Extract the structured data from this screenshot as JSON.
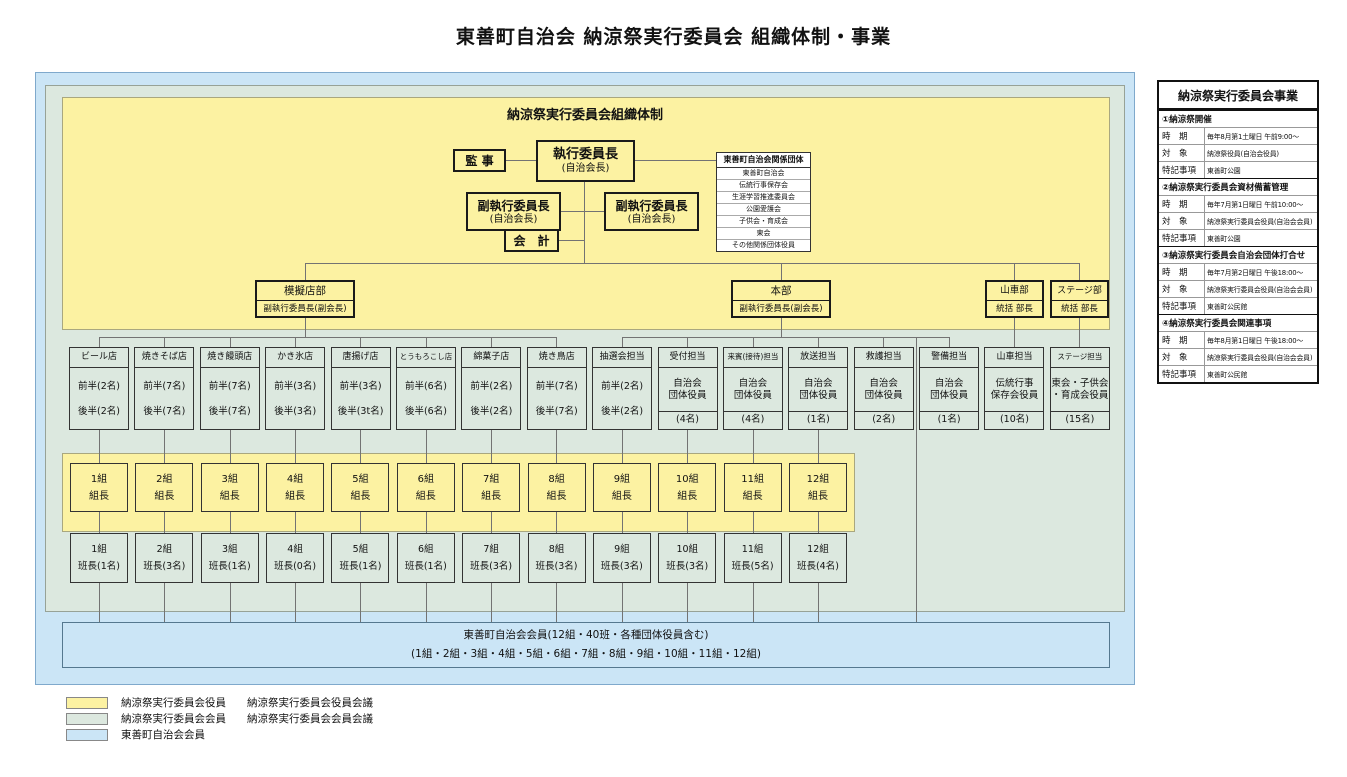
{
  "page_title": "東善町自治会 納涼祭実行委員会 組織体制・事業",
  "colors": {
    "committee_officer_yellow": "#fcf2a2",
    "committee_member_green": "#dce8df",
    "association_member_blue": "#cbe5f6"
  },
  "org": {
    "heading": "納涼祭実行委員会組織体制",
    "auditor": "監 事",
    "chair_title": "執行委員長",
    "chair_sub": "(自治会長)",
    "vice_chair_left_title": "副執行委員長",
    "vice_chair_left_sub": "(自治会長)",
    "vice_chair_right_title": "副執行委員長",
    "vice_chair_right_sub": "(自治会長)",
    "accounting": "会　計",
    "related_orgs": {
      "title": "東善町自治会関係団体",
      "items": [
        "東善町自治会",
        "伝統行事保存会",
        "生涯学習推進委員会",
        "公園愛護会",
        "子供会・育成会",
        "東会",
        "その他関係団体役員"
      ]
    },
    "departments": [
      {
        "name": "模擬店部",
        "sub": "副執行委員長(副会長)"
      },
      {
        "name": "本部",
        "sub": "副執行委員長(副会長)"
      },
      {
        "name": "山車部",
        "sub": "統括 部長"
      },
      {
        "name": "ステージ部",
        "sub": "統括 部長"
      }
    ],
    "columns": [
      {
        "title": "ビール店",
        "body": "前半(2名)\n後半(2名)",
        "count": ""
      },
      {
        "title": "焼きそば店",
        "body": "前半(7名)\n後半(7名)",
        "count": ""
      },
      {
        "title": "焼き饅頭店",
        "body": "前半(7名)\n後半(7名)",
        "count": ""
      },
      {
        "title": "かき氷店",
        "body": "前半(3名)\n後半(3名)",
        "count": ""
      },
      {
        "title": "唐揚げ店",
        "body": "前半(3名)\n後半(3t名)",
        "count": ""
      },
      {
        "title": "とうもろこし店",
        "body": "前半(6名)\n後半(6名)",
        "count": ""
      },
      {
        "title": "綿菓子店",
        "body": "前半(2名)\n後半(2名)",
        "count": ""
      },
      {
        "title": "焼き鳥店",
        "body": "前半(7名)\n後半(7名)",
        "count": ""
      },
      {
        "title": "抽選会担当",
        "body": "前半(2名)\n後半(2名)",
        "count": ""
      },
      {
        "title": "受付担当",
        "body": "自治会\n団体役員",
        "count": "(4名)"
      },
      {
        "title": "来賓(接待)担当",
        "body": "自治会\n団体役員",
        "count": "(4名)"
      },
      {
        "title": "放送担当",
        "body": "自治会\n団体役員",
        "count": "(1名)"
      },
      {
        "title": "救護担当",
        "body": "自治会\n団体役員",
        "count": "(2名)"
      },
      {
        "title": "警備担当",
        "body": "自治会\n団体役員",
        "count": "(1名)"
      },
      {
        "title": "山車担当",
        "body": "伝統行事\n保存会役員",
        "count": "(10名)"
      },
      {
        "title": "ステージ担当",
        "body": "東会・子供会\n・育成会役員",
        "count": "(15名)"
      }
    ],
    "kumicho": [
      {
        "top": "1組",
        "bottom": "組長"
      },
      {
        "top": "2組",
        "bottom": "組長"
      },
      {
        "top": "3組",
        "bottom": "組長"
      },
      {
        "top": "4組",
        "bottom": "組長"
      },
      {
        "top": "5組",
        "bottom": "組長"
      },
      {
        "top": "6組",
        "bottom": "組長"
      },
      {
        "top": "7組",
        "bottom": "組長"
      },
      {
        "top": "8組",
        "bottom": "組長"
      },
      {
        "top": "9組",
        "bottom": "組長"
      },
      {
        "top": "10組",
        "bottom": "組長"
      },
      {
        "top": "11組",
        "bottom": "組長"
      },
      {
        "top": "12組",
        "bottom": "組長"
      }
    ],
    "hancho": [
      {
        "top": "1組",
        "bottom": "班長(1名)"
      },
      {
        "top": "2組",
        "bottom": "班長(3名)"
      },
      {
        "top": "3組",
        "bottom": "班長(1名)"
      },
      {
        "top": "4組",
        "bottom": "班長(0名)"
      },
      {
        "top": "5組",
        "bottom": "班長(1名)"
      },
      {
        "top": "6組",
        "bottom": "班長(1名)"
      },
      {
        "top": "7組",
        "bottom": "班長(3名)"
      },
      {
        "top": "8組",
        "bottom": "班長(3名)"
      },
      {
        "top": "9組",
        "bottom": "班長(3名)"
      },
      {
        "top": "10組",
        "bottom": "班長(3名)"
      },
      {
        "top": "11組",
        "bottom": "班長(5名)"
      },
      {
        "top": "12組",
        "bottom": "班長(4名)"
      }
    ],
    "member_band_line1": "東善町自治会会員(12組・40班・各種団体役員含む)",
    "member_band_line2": "(1組・2組・3組・4組・5組・6組・7組・8組・9組・10組・11組・12組)"
  },
  "legend": [
    {
      "label1": "納涼祭実行委員会役員",
      "label2": "納涼祭実行委員会役員会議",
      "color": "#fcf2a2"
    },
    {
      "label1": "納涼祭実行委員会会員",
      "label2": "納涼祭実行委員会会員会議",
      "color": "#dce8df"
    },
    {
      "label1": "東善町自治会会員",
      "label2": "",
      "color": "#cbe5f6"
    }
  ],
  "panel": {
    "title": "納涼祭実行委員会事業",
    "sections": [
      {
        "heading": "①納涼祭開催",
        "rows": [
          {
            "label": "時　期",
            "value": "毎年8月第1土曜日 午前9:00～"
          },
          {
            "label": "対　象",
            "value": "納涼祭役員(自治会役員)"
          },
          {
            "label": "特記事項",
            "value": "東善町公園"
          }
        ]
      },
      {
        "heading": "②納涼祭実行委員会資材備蓄管理",
        "rows": [
          {
            "label": "時　期",
            "value": "毎年7月第1日曜日 午前10:00～"
          },
          {
            "label": "対　象",
            "value": "納涼祭実行委員会役員(自治会会員)"
          },
          {
            "label": "特記事項",
            "value": "東善町公園"
          }
        ]
      },
      {
        "heading": "③納涼祭実行委員会自治会団体打合せ",
        "rows": [
          {
            "label": "時　期",
            "value": "毎年7月第2日曜日 午後18:00～"
          },
          {
            "label": "対　象",
            "value": "納涼祭実行委員会役員(自治会会員)"
          },
          {
            "label": "特記事項",
            "value": "東善町公民館"
          }
        ]
      },
      {
        "heading": "④納涼祭実行委員会関連事項",
        "rows": [
          {
            "label": "時　期",
            "value": "毎年8月第1日曜日 午後18:00～"
          },
          {
            "label": "対　象",
            "value": "納涼祭実行委員会役員(自治会会員)"
          },
          {
            "label": "特記事項",
            "value": "東善町公民館"
          }
        ]
      }
    ]
  }
}
